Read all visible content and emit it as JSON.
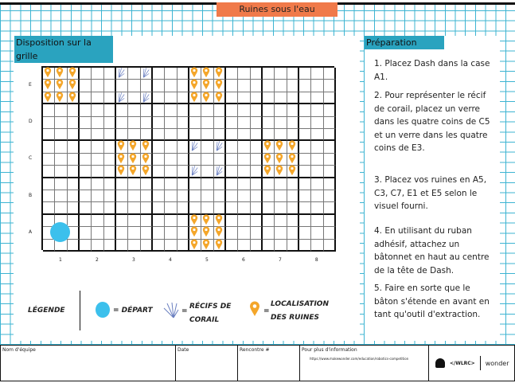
{
  "title": "Ruines sous l'eau",
  "grid_section": {
    "heading": "Disposition sur la grille",
    "rows": [
      "E",
      "D",
      "C",
      "B",
      "A"
    ],
    "cols": [
      "1",
      "2",
      "3",
      "4",
      "5",
      "6",
      "7",
      "8"
    ],
    "ruins": [
      "A5",
      "C3",
      "C7",
      "E1",
      "E5"
    ],
    "reefs": [
      "C5",
      "E3"
    ],
    "start": "A1"
  },
  "legend": {
    "title": "LÉGENDE",
    "start": "= DÉPART",
    "reef_eq": "=",
    "reef": "RÉCIFS DE CORAIL",
    "ruin_eq": "=",
    "ruin": "LOCALISATION DES RUINES"
  },
  "prep": {
    "heading": "Préparation",
    "steps": [
      "1. Placez Dash dans la case A1.",
      "2. Pour représenter le récif de corail, placez un verre dans les quatre coins de C5 et un verre dans les quatre coins de E3.",
      "3. Placez vos ruines en A5, C3, C7, E1 et E5 selon le visuel fourni.",
      "4. En utilisant du ruban adhésif, attachez un bâtonnet en haut au centre de la tête de Dash.",
      "5. Faire en sorte que le bâton s'étende en avant en tant qu'outil d'extraction."
    ]
  },
  "footer": {
    "team": "Nom d'équipe",
    "date": "Date",
    "match": "Rencontre #",
    "info": "Pour plus d'information",
    "url": "https://www.makewonder.com/education/robotics-competition",
    "wlrc": "</WLRC>",
    "wonder": "wonder"
  },
  "colors": {
    "ruin": "#f4a62a",
    "start": "#3cc0ec",
    "reef": "#6a7fc0"
  }
}
